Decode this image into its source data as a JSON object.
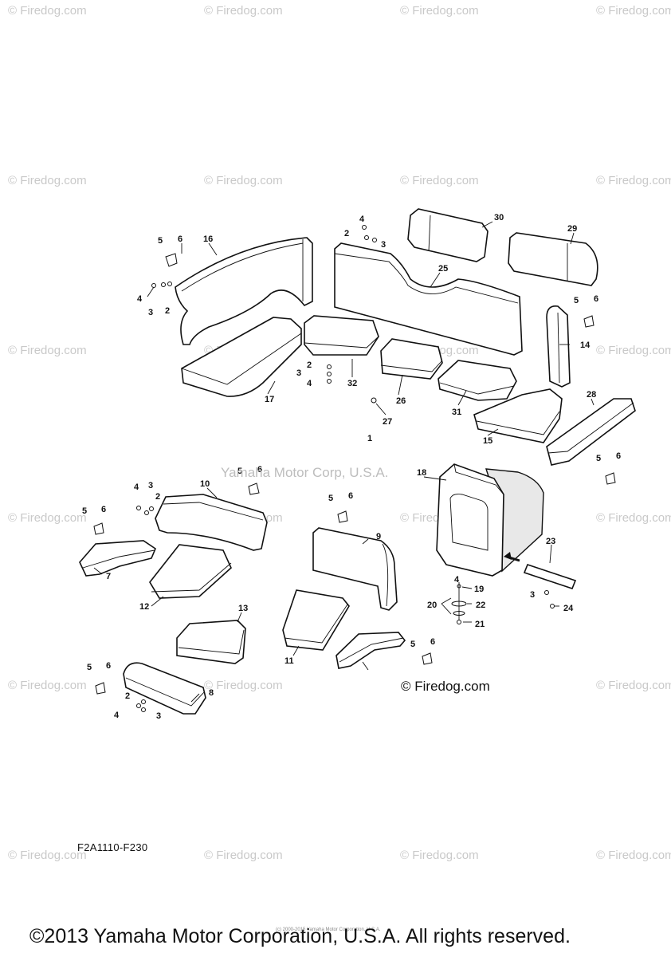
{
  "watermark_text": "© Firedog.com",
  "yamaha_watermark": "Yamaha Motor Corp, U.S.A.",
  "firedog_mark": "© Firedog.com",
  "part_code": "F2A1110-F230",
  "copyright_footer": "©2013 Yamaha Motor Corporation, U.S.A. All rights reserved.",
  "tiny_copyright": "(c) 2000-2015 Yamaha Motor Corporation, U.S.A.",
  "labels": {
    "l1": "1",
    "l2a": "2",
    "l2b": "2",
    "l2c": "2",
    "l2d": "2",
    "l2e": "2",
    "l3a": "3",
    "l3b": "3",
    "l3c": "3",
    "l3d": "3",
    "l3e": "3",
    "l3f": "3",
    "l4a": "4",
    "l4b": "4",
    "l4c": "4",
    "l4d": "4",
    "l4e": "4",
    "l4f": "4",
    "l5a": "5",
    "l5b": "5",
    "l5c": "5",
    "l5d": "5",
    "l5e": "5",
    "l5f": "5",
    "l5g": "5",
    "l6a": "6",
    "l6b": "6",
    "l6c": "6",
    "l6d": "6",
    "l6e": "6",
    "l6f": "6",
    "l6g": "6",
    "l7": "7",
    "l8": "8",
    "l9": "9",
    "l10": "10",
    "l11": "11",
    "l12": "12",
    "l13": "13",
    "l14": "14",
    "l15": "15",
    "l16": "16",
    "l17": "17",
    "l18": "18",
    "l19": "19",
    "l20": "20",
    "l21": "21",
    "l22": "22",
    "l23": "23",
    "l24": "24",
    "l25": "25",
    "l26": "26",
    "l27": "27",
    "l28": "28",
    "l29": "29",
    "l30": "30",
    "l31": "31",
    "l32": "32"
  }
}
